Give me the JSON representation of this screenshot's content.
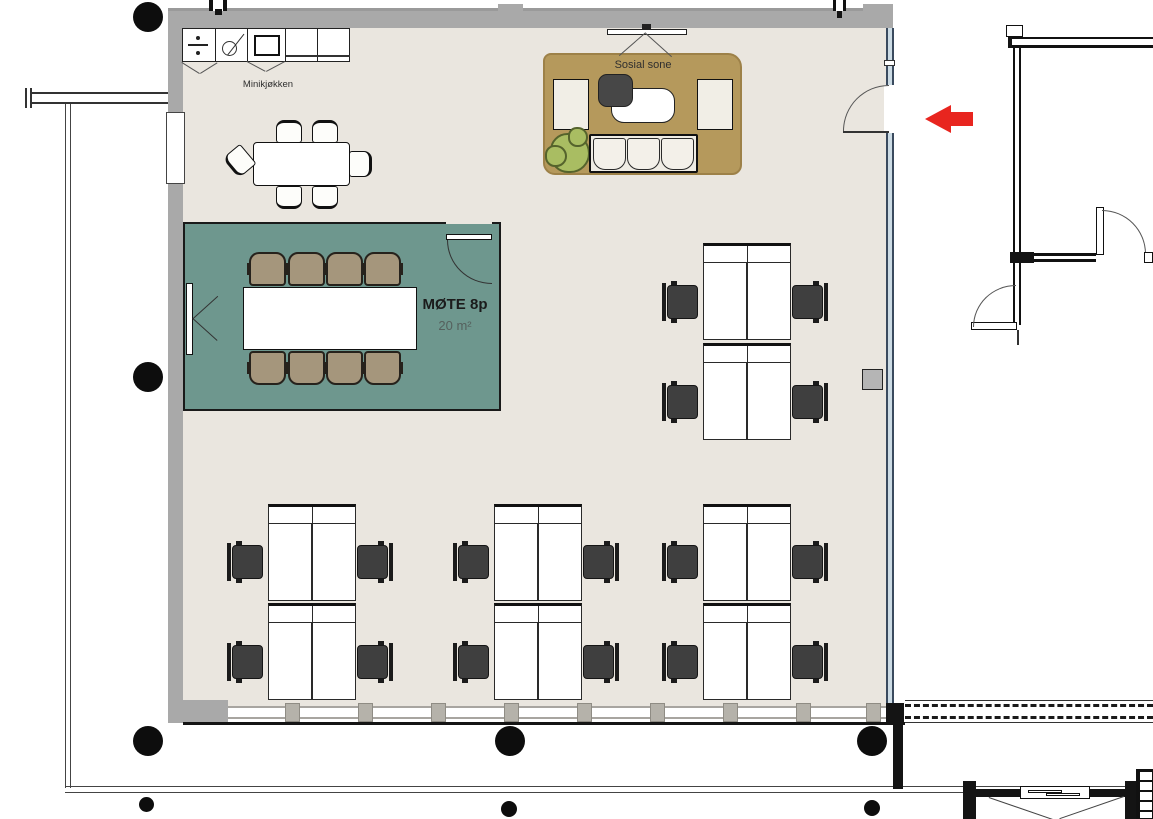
{
  "labels": {
    "kitchen": "Minikjøkken",
    "social_zone": "Sosial sone",
    "meeting_room_name": "MØTE 8p",
    "meeting_room_area": "20 m²"
  },
  "colors": {
    "floor": "#eae6df",
    "wall_gray": "#a9a9a9",
    "meeting_floor": "#6e978e",
    "rug": "#b5995c",
    "rug_edge": "#9d8148",
    "meeting_chair": "#a5967c",
    "office_chair": "#3f3f3f",
    "sofa_fabric": "#efece4",
    "plant_green": "#a9bd62",
    "accent_arrow_red": "#e8251f",
    "glass_wall_fill": "#ccdbe4",
    "glass_wall_line": "#3a4a5e",
    "line_dark": "#141414"
  },
  "zones": {
    "kitchen": {
      "label": "Minikjøkken",
      "counter_units": 5
    },
    "dining": {
      "chairs": 6
    },
    "social": {
      "label": "Sosial sone",
      "sofa_seats": 3,
      "armchairs": 2,
      "has_plant": true,
      "has_tv": true
    },
    "meeting": {
      "name": "MØTE 8p",
      "area": "20 m²",
      "chairs": 8
    },
    "workstations": {
      "clusters": 4,
      "chairs_per_cluster": 4,
      "total_chairs": 16
    }
  },
  "annotations": {
    "entrance_arrow": {
      "direction": "left",
      "color": "#e8251f"
    }
  }
}
